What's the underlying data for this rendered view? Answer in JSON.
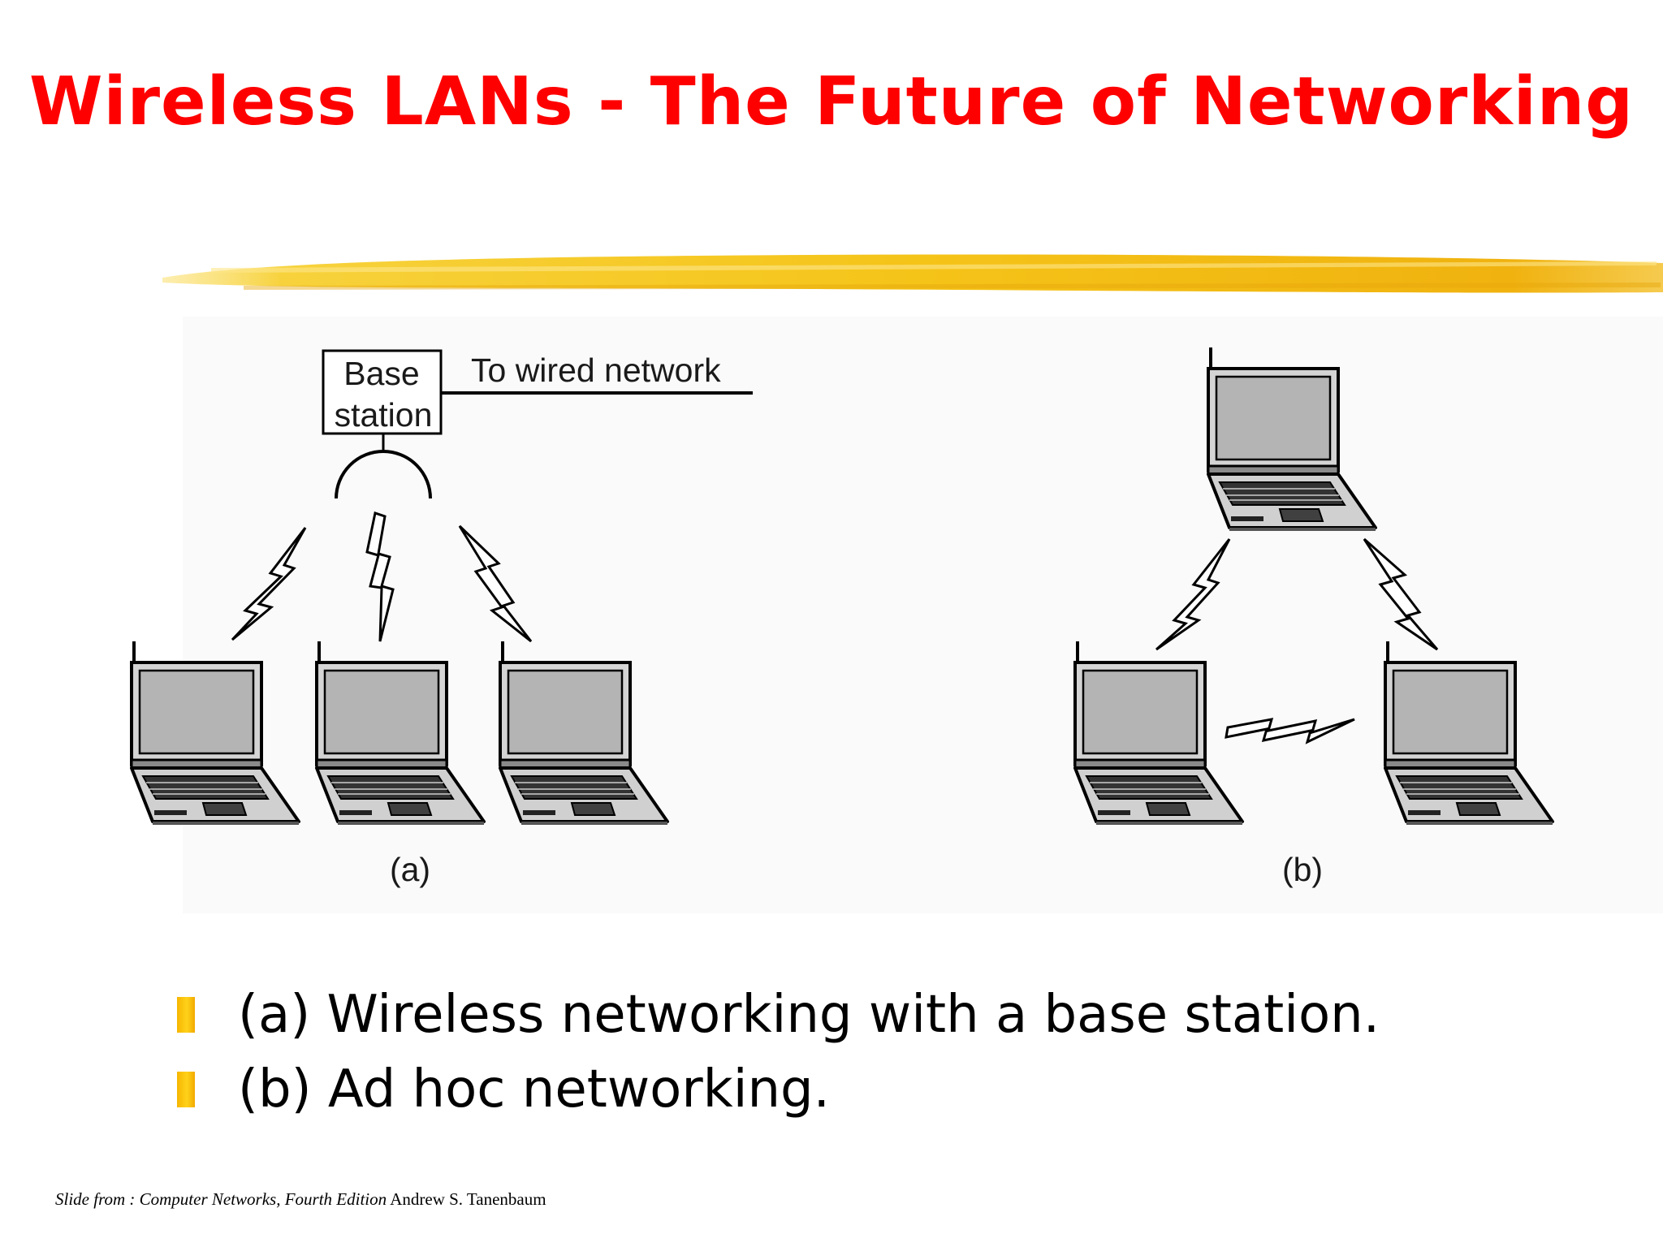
{
  "title": "Wireless LANs - The Future of Networking",
  "diagram": {
    "base_station_line1": "Base",
    "base_station_line2": "station",
    "wired_label": "To wired network",
    "caption_a": "(a)",
    "caption_b": "(b)"
  },
  "bullets": [
    "(a) Wireless networking with a base station.",
    "(b) Ad hoc networking."
  ],
  "footer": {
    "italic_part": "Slide from : Computer Networks, Fourth Edition",
    "author": "Andrew S. Tanenbaum"
  },
  "colors": {
    "title": "#ff0000",
    "accent_brush": "#f5c419",
    "bullet": "#f7b500"
  }
}
